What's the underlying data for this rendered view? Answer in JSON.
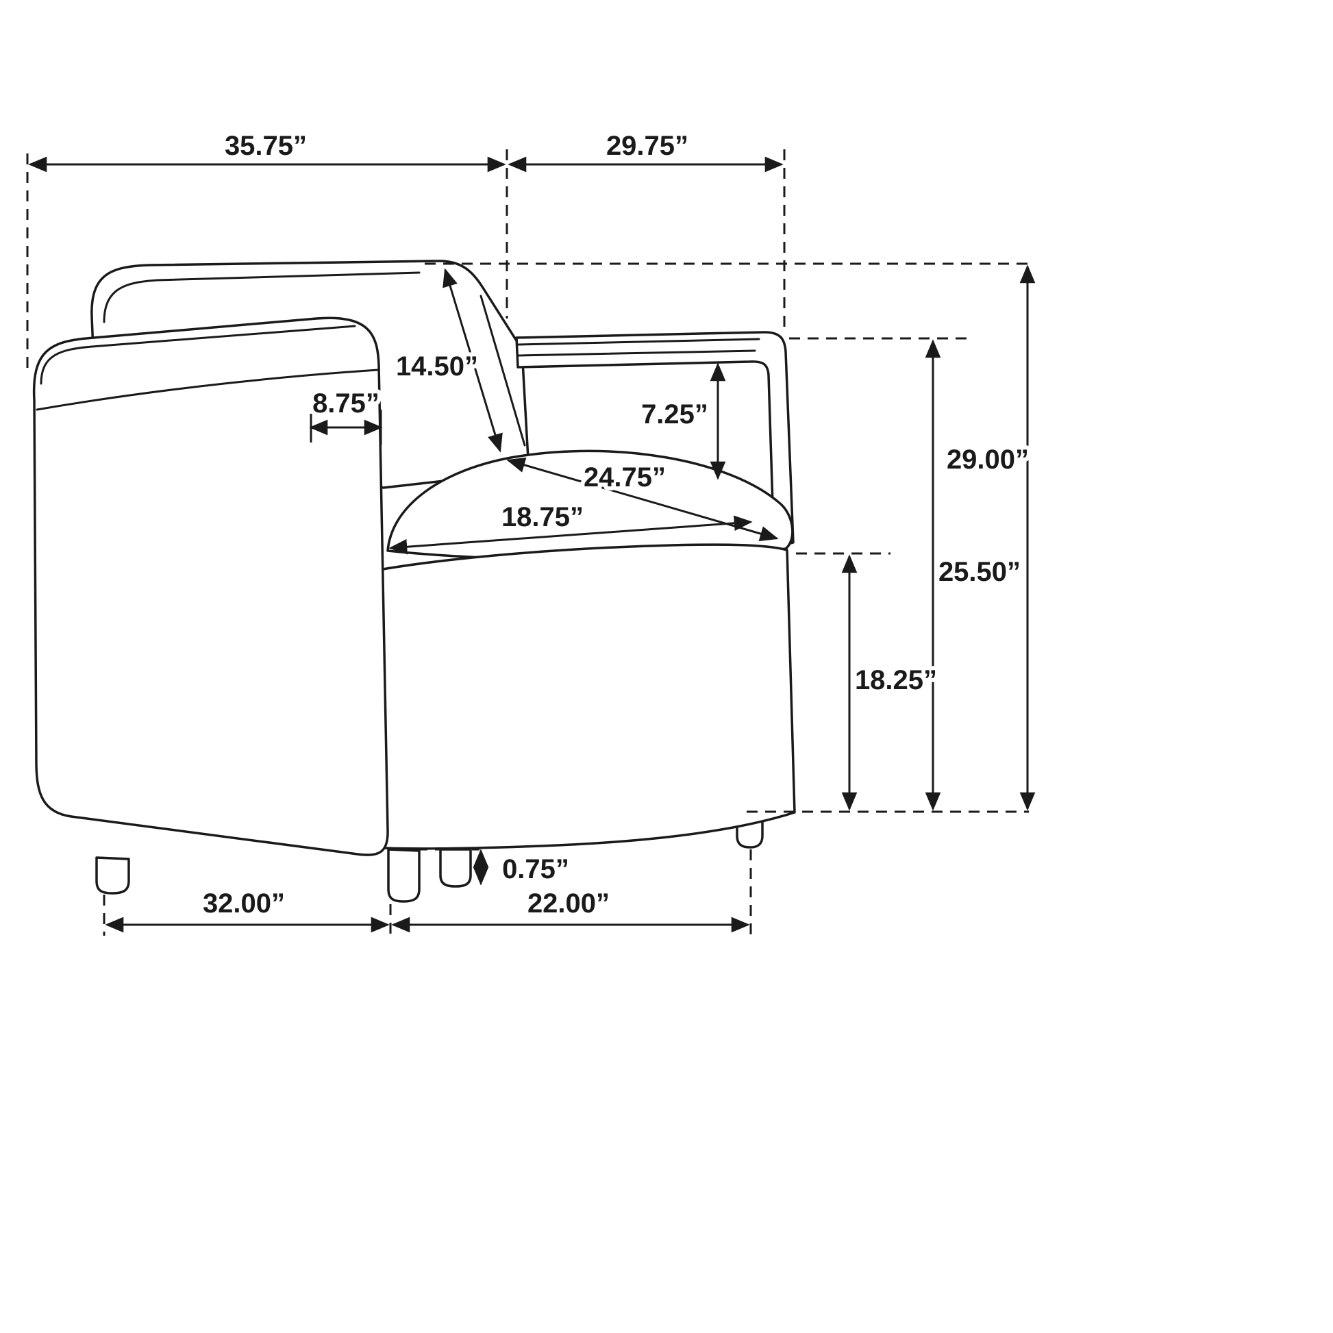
{
  "diagram": {
    "ink_color": "#1a1a1a",
    "background_color": "#ffffff"
  },
  "dimensions": {
    "overall_width": "35.75”",
    "overall_depth": "29.75”",
    "back_cushion": "14.50”",
    "arm_width": "8.75”",
    "arm_to_seat": "7.25”",
    "overall_height": "29.00”",
    "seat_depth": "24.75”",
    "seat_width": "18.75”",
    "arm_height": "25.50”",
    "seat_height": "18.25”",
    "leg_height": "0.75”",
    "front_width": "32.00”",
    "side_depth": "22.00”"
  }
}
